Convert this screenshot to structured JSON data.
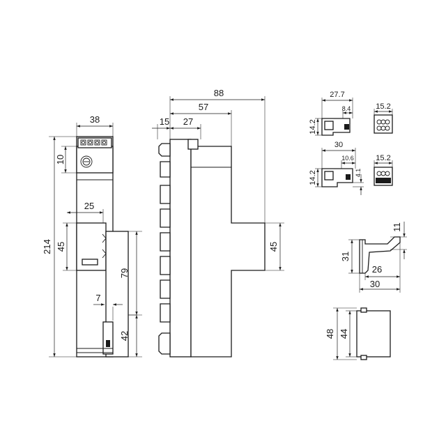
{
  "dimensions": {
    "front": {
      "width": "38",
      "top_block": "10",
      "height": "214",
      "window_width": "25",
      "window_height": "45",
      "rail_height": "79",
      "clip_width": "7",
      "bottom_height": "42"
    },
    "side": {
      "depth_total": "88",
      "depth_mid": "57",
      "depth_a": "15",
      "depth_b": "27",
      "tail_height": "45"
    },
    "terminal_a": {
      "length": "27.7",
      "offset": "8.4",
      "height": "14.2",
      "width": "15.2"
    },
    "terminal_b": {
      "length": "30",
      "offset": "10.6",
      "height": "14.2",
      "step": "4.1",
      "width": "15.2"
    },
    "bracket": {
      "top": "11",
      "height": "31",
      "inner": "26",
      "outer": "30"
    },
    "cover": {
      "outer": "48",
      "inner": "44"
    }
  }
}
